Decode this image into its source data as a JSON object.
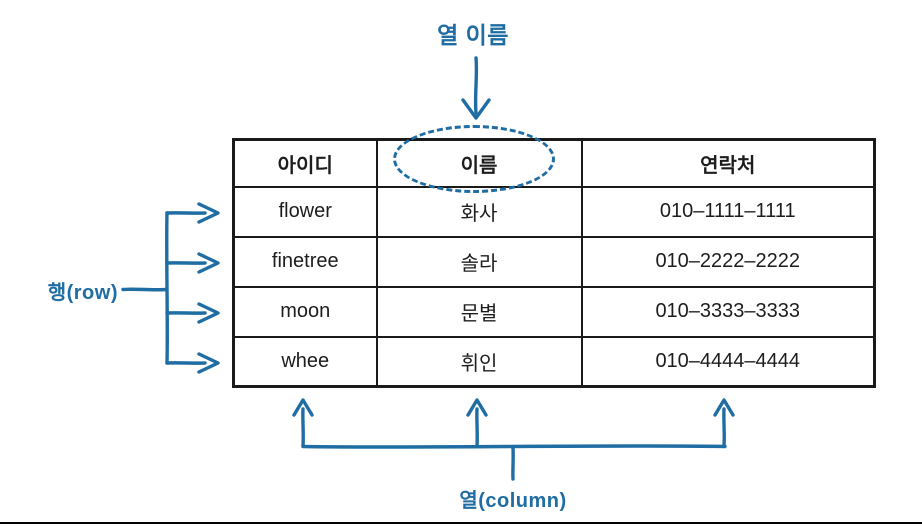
{
  "annotations": {
    "column_name_label": "열 이름",
    "row_label": "행(row)",
    "column_label": "열(column)"
  },
  "colors": {
    "accent_blue": "#1f6da3",
    "table_border": "#1a1a1a",
    "bottom_rule": "#000000"
  },
  "table": {
    "headers": [
      "아이디",
      "이름",
      "연락처"
    ],
    "rows": [
      [
        "flower",
        "화사",
        "010–1111–1111"
      ],
      [
        "finetree",
        "솔라",
        "010–2222–2222"
      ],
      [
        "moon",
        "문별",
        "010–3333–3333"
      ],
      [
        "whee",
        "휘인",
        "010–4444–4444"
      ]
    ]
  }
}
